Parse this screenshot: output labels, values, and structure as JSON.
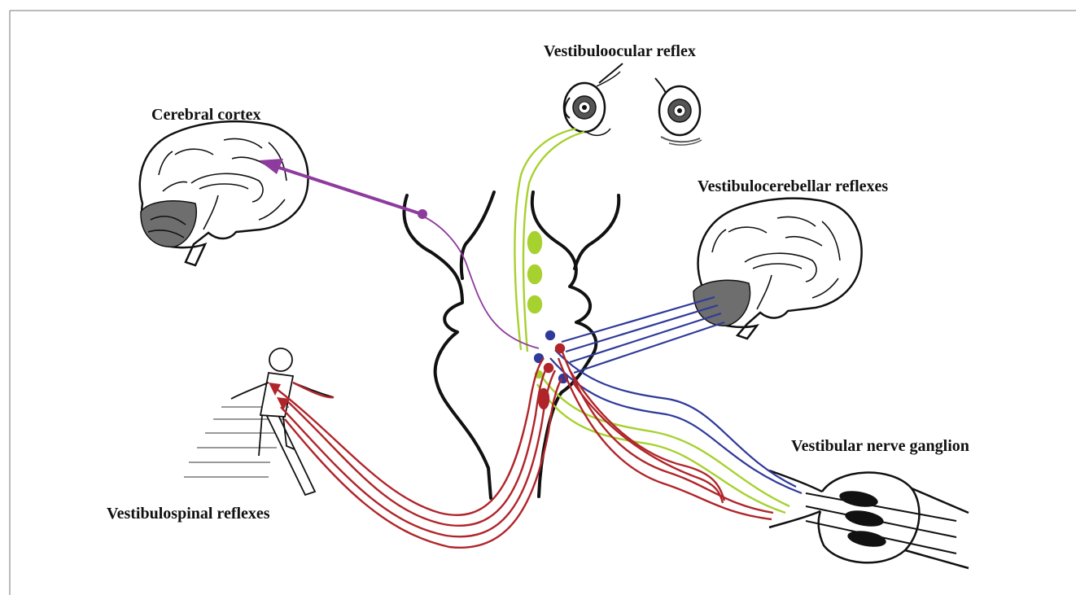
{
  "labels": {
    "vestibuloocular": "Vestibuloocular reflex",
    "cerebral_cortex": "Cerebral cortex",
    "vestibulocerebellar": "Vestibulocerebellar reflexes",
    "vestibular_ganglion": "Vestibular nerve ganglion",
    "vestibulospinal": "Vestibulospinal reflexes"
  },
  "colors": {
    "outline": "#111111",
    "cortex_pathway": "#8e3b9e",
    "ocular_pathway": "#a7d12f",
    "cerebellar_pathway": "#2f3a9a",
    "spinal_pathway": "#b0252a",
    "cerebellum_fill": "#6e6e6e"
  }
}
